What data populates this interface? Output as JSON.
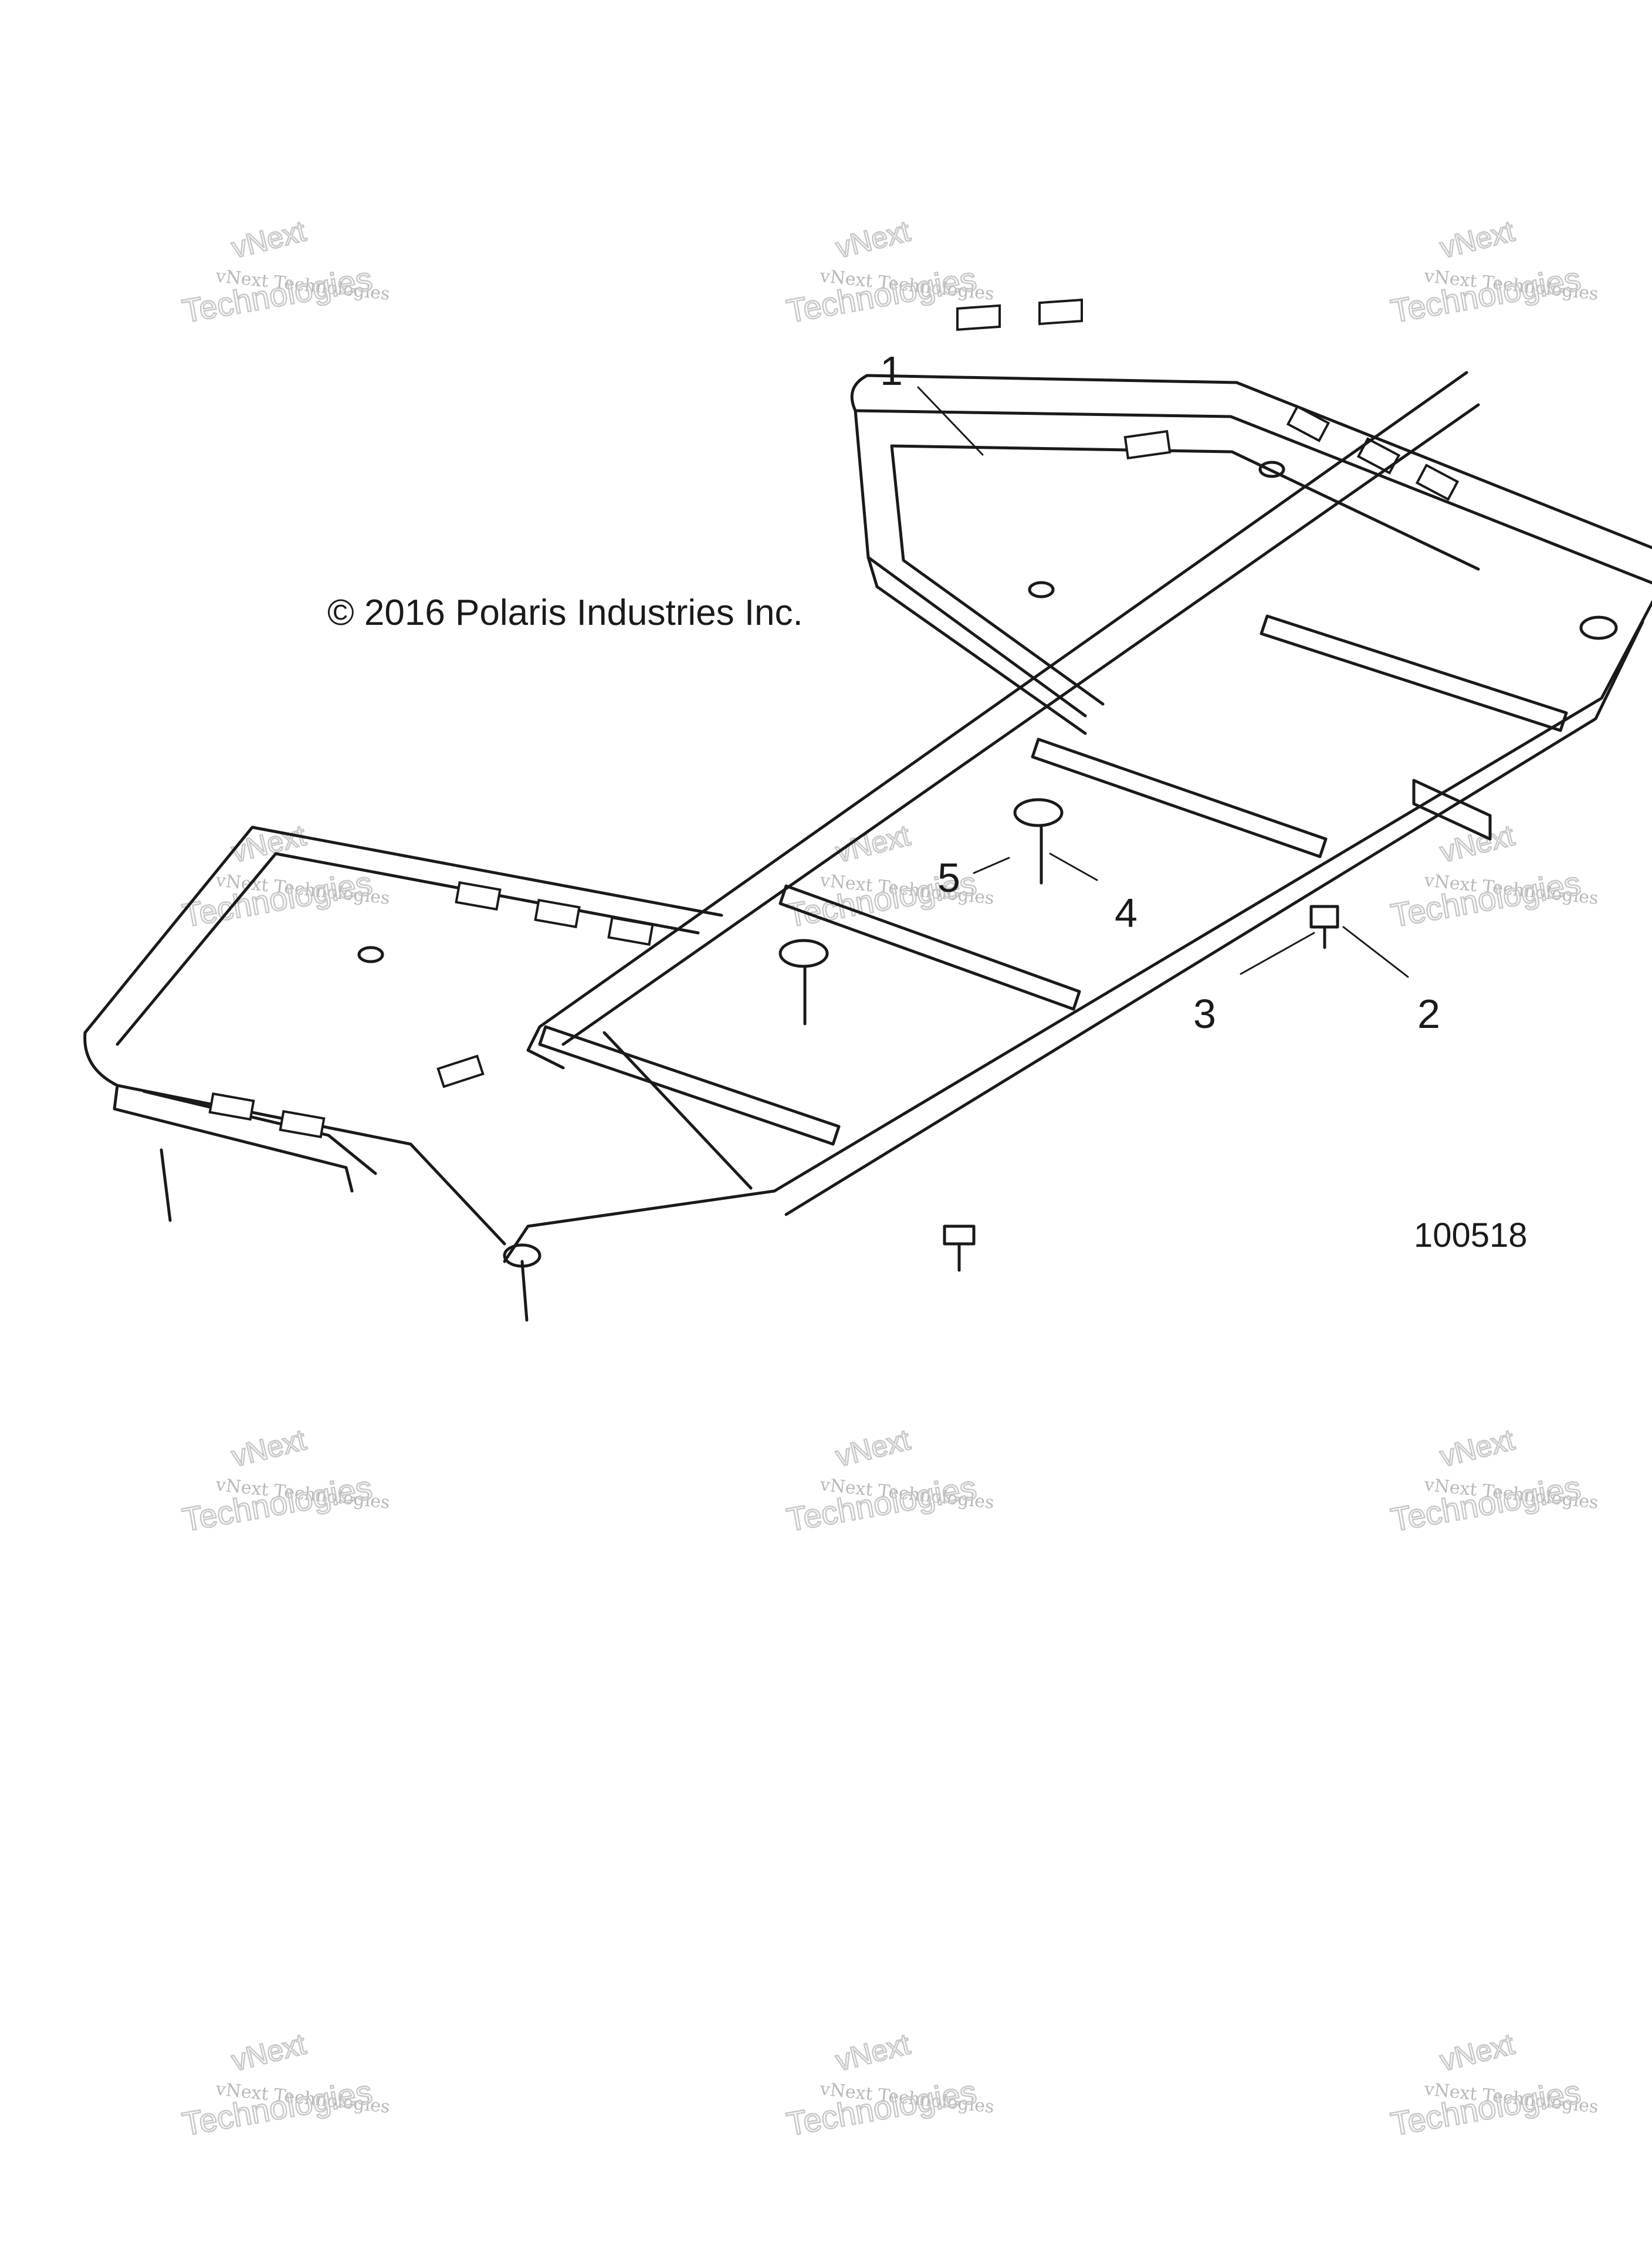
{
  "copyright": "© 2016 Polaris Industries Inc.",
  "diagram_number": "100518",
  "callouts": [
    "1",
    "2",
    "3",
    "4",
    "5"
  ],
  "watermark": {
    "line1": "vNext",
    "line2": "vNext Technologies",
    "line3": "Technologies"
  }
}
